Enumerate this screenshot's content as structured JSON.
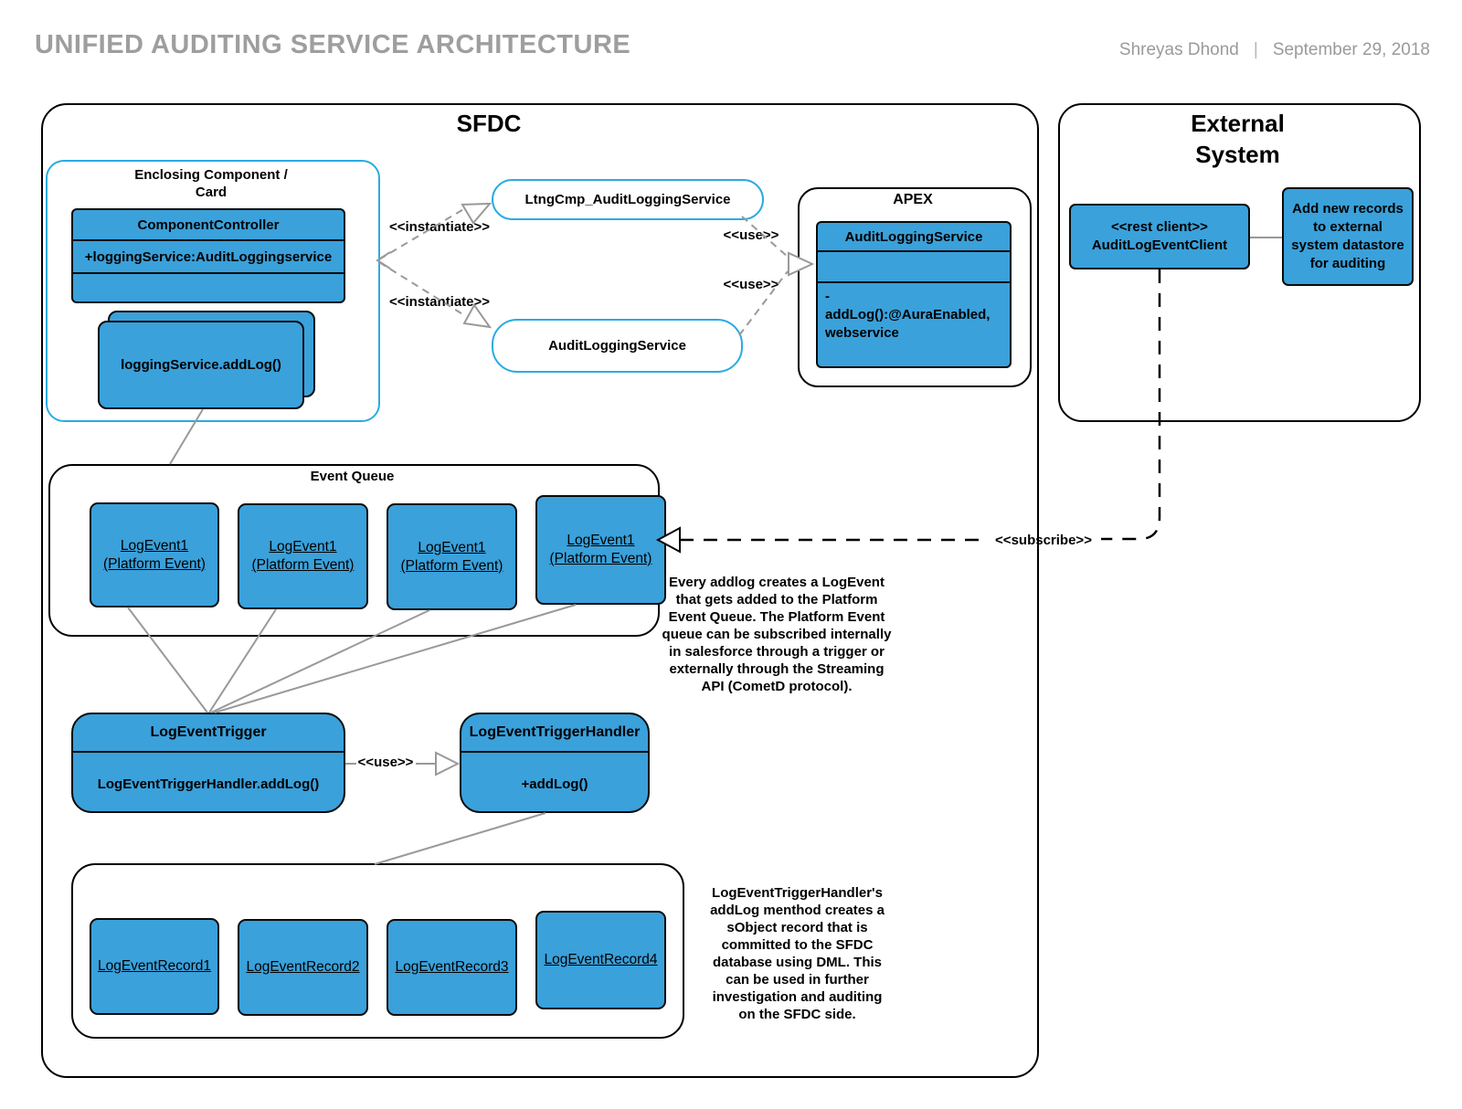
{
  "header": {
    "title": "UNIFIED AUDITING SERVICE ARCHITECTURE",
    "author": "Shreyas Dhond",
    "separator": "|",
    "date": "September 29, 2018"
  },
  "colors": {
    "box_blue": "#3aa1db",
    "accent_blue": "#29abe2",
    "line_gray": "#999999",
    "title_gray": "#9e9e9e"
  },
  "sfdc": {
    "label": "SFDC"
  },
  "external": {
    "title": [
      "External",
      "System"
    ],
    "rest_client": [
      "<<rest client>>",
      "AuditLogEventClient"
    ],
    "datastore": [
      "Add new records",
      "to external",
      "system datastore",
      "for auditing"
    ]
  },
  "enclosing": {
    "title": [
      "Enclosing Component /",
      "Card"
    ],
    "controller_name": "ComponentController",
    "controller_attr": "+loggingService:AuditLoggingservice",
    "card_call": "loggingService.addLog()"
  },
  "pills": {
    "ltng": "LtngCmp_AuditLoggingService",
    "als": "AuditLoggingService"
  },
  "apex": {
    "title": "APEX",
    "class_name": "AuditLoggingService",
    "method_lines": [
      "-",
      "addLog():@AuraEnabled,",
      "webservice"
    ]
  },
  "labels": {
    "instantiate_top": "<<instantiate>>",
    "instantiate_bottom": "<<instantiate>>",
    "use_top": "<<use>>",
    "use_bottom": "<<use>>",
    "use_trigger": "<<use>>",
    "subscribe": "<<subscribe>>"
  },
  "event_queue": {
    "title": "Event Queue",
    "events": [
      [
        "LogEvent1",
        "(Platform Event)"
      ],
      [
        "LogEvent1",
        "(Platform Event)"
      ],
      [
        "LogEvent1",
        "(Platform Event)"
      ],
      [
        "LogEvent1",
        "(Platform Event)"
      ]
    ]
  },
  "notes": {
    "queue_note": [
      "Every addlog creates a LogEvent",
      "that gets added to the Platform",
      "Event Queue. The Platform Event",
      "queue can be subscribed internally",
      "in salesforce through a trigger or",
      "externally through the Streaming",
      "API (CometD protocol)."
    ],
    "record_note": [
      "LogEventTriggerHandler's",
      "addLog menthod creates a",
      "sObject record that is",
      "committed to the SFDC",
      "database using DML. This",
      "can be used in further",
      "investigation and auditing",
      "on the SFDC side."
    ]
  },
  "trigger": {
    "name": "LogEventTrigger",
    "body": "LogEventTriggerHandler.addLog()"
  },
  "handler": {
    "name": "LogEventTriggerHandler",
    "body": "+addLog()"
  },
  "records": [
    "LogEventRecord1",
    "LogEventRecord2",
    "LogEventRecord3",
    "LogEventRecord4"
  ]
}
